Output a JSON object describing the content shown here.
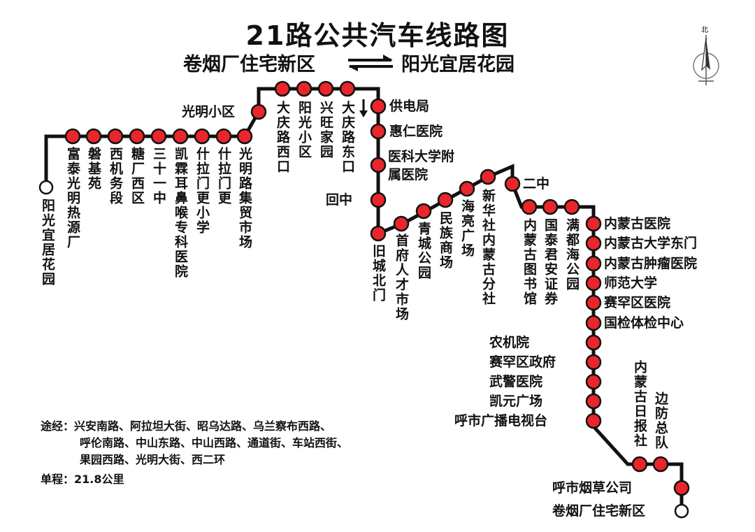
{
  "title": "21路公共汽车线路图",
  "terminal_a": "卷烟厂住宅新区",
  "terminal_b": "阳光宜居花园",
  "compass_label": "北",
  "colors": {
    "line": "#111111",
    "stop": "#e8262b",
    "stop_border": "#111111"
  },
  "stops": [
    {
      "id": "s0",
      "name": "阳光宜居花园",
      "terminal": true
    },
    {
      "id": "s1",
      "name": "富泰光明热源厂"
    },
    {
      "id": "s2",
      "name": "磐基苑"
    },
    {
      "id": "s3",
      "name": "西机务段"
    },
    {
      "id": "s4",
      "name": "糖厂西区"
    },
    {
      "id": "s5",
      "name": "三十一中"
    },
    {
      "id": "s6",
      "name": "凯霖耳鼻喉专科医院"
    },
    {
      "id": "s7",
      "name": "什拉门更小学"
    },
    {
      "id": "s8",
      "name": "什拉门更"
    },
    {
      "id": "s9",
      "name": "光明路集贸市场"
    },
    {
      "id": "s10",
      "name": "光明小区"
    },
    {
      "id": "s11",
      "name": "大庆路西口"
    },
    {
      "id": "s12",
      "name": "阳光小区"
    },
    {
      "id": "s13",
      "name": "兴旺家园"
    },
    {
      "id": "s14",
      "name": "大庆路东口"
    },
    {
      "id": "s15",
      "name": "供电局"
    },
    {
      "id": "s16",
      "name": "惠仁医院"
    },
    {
      "id": "s17",
      "name": "医科大学附属医院"
    },
    {
      "id": "s18",
      "name": "回中"
    },
    {
      "id": "s19",
      "name": "旧城北门"
    },
    {
      "id": "s20",
      "name": "首府人才市场"
    },
    {
      "id": "s21",
      "name": "青城公园"
    },
    {
      "id": "s22",
      "name": "民族商场"
    },
    {
      "id": "s23",
      "name": "海亮广场"
    },
    {
      "id": "s24",
      "name": "新华社内蒙古分社"
    },
    {
      "id": "s25",
      "name": "二中"
    },
    {
      "id": "s26",
      "name": "内蒙古图书馆"
    },
    {
      "id": "s27",
      "name": "国泰君安证券"
    },
    {
      "id": "s28",
      "name": "满都海公园"
    },
    {
      "id": "s29",
      "name": "内蒙古医院"
    },
    {
      "id": "s30",
      "name": "内蒙古大学东门"
    },
    {
      "id": "s31",
      "name": "内蒙古肿瘤医院"
    },
    {
      "id": "s32",
      "name": "师范大学"
    },
    {
      "id": "s33",
      "name": "赛罕区医院"
    },
    {
      "id": "s34",
      "name": "国检体检中心"
    },
    {
      "id": "s35",
      "name": "农机院"
    },
    {
      "id": "s36",
      "name": "赛罕区政府"
    },
    {
      "id": "s37",
      "name": "武警医院"
    },
    {
      "id": "s38",
      "name": "凯元广场"
    },
    {
      "id": "s39",
      "name": "呼市广播电视台"
    },
    {
      "id": "s40",
      "name": "内蒙古日报社"
    },
    {
      "id": "s41",
      "name": "边防总队"
    },
    {
      "id": "s42",
      "name": "呼市烟草公司"
    },
    {
      "id": "s43",
      "name": "卷烟厂住宅新区",
      "terminal": true
    }
  ],
  "route_label": "途经：",
  "route_lines": [
    "兴安南路、阿拉坦大街、昭乌达路、乌兰察布西路、",
    "呼伦南路、中山东路、中山西路、通道街、车站西街、",
    "果园西路、光明大街、西二环"
  ],
  "length_label": "单程：",
  "length_value": "21.8公里"
}
